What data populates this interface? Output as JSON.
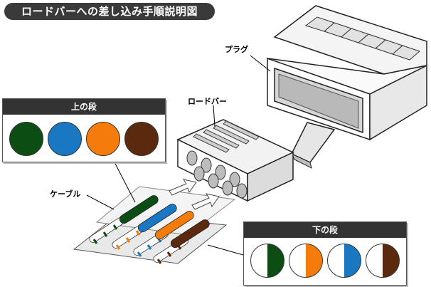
{
  "title": "ロードバーへの差し込み手順説明図",
  "labels": {
    "plug": "プラグ",
    "load_bar": "ロードバー",
    "cable": "ケーブル"
  },
  "upper_panel": {
    "heading": "上の段",
    "colors": [
      "#0b4d13",
      "#1a78c2",
      "#f57c0a",
      "#5b2a0e"
    ]
  },
  "lower_panel": {
    "heading": "下の段",
    "colors": [
      "#0b4d13",
      "#f57c0a",
      "#1a78c2",
      "#5b2a0e"
    ]
  }
}
